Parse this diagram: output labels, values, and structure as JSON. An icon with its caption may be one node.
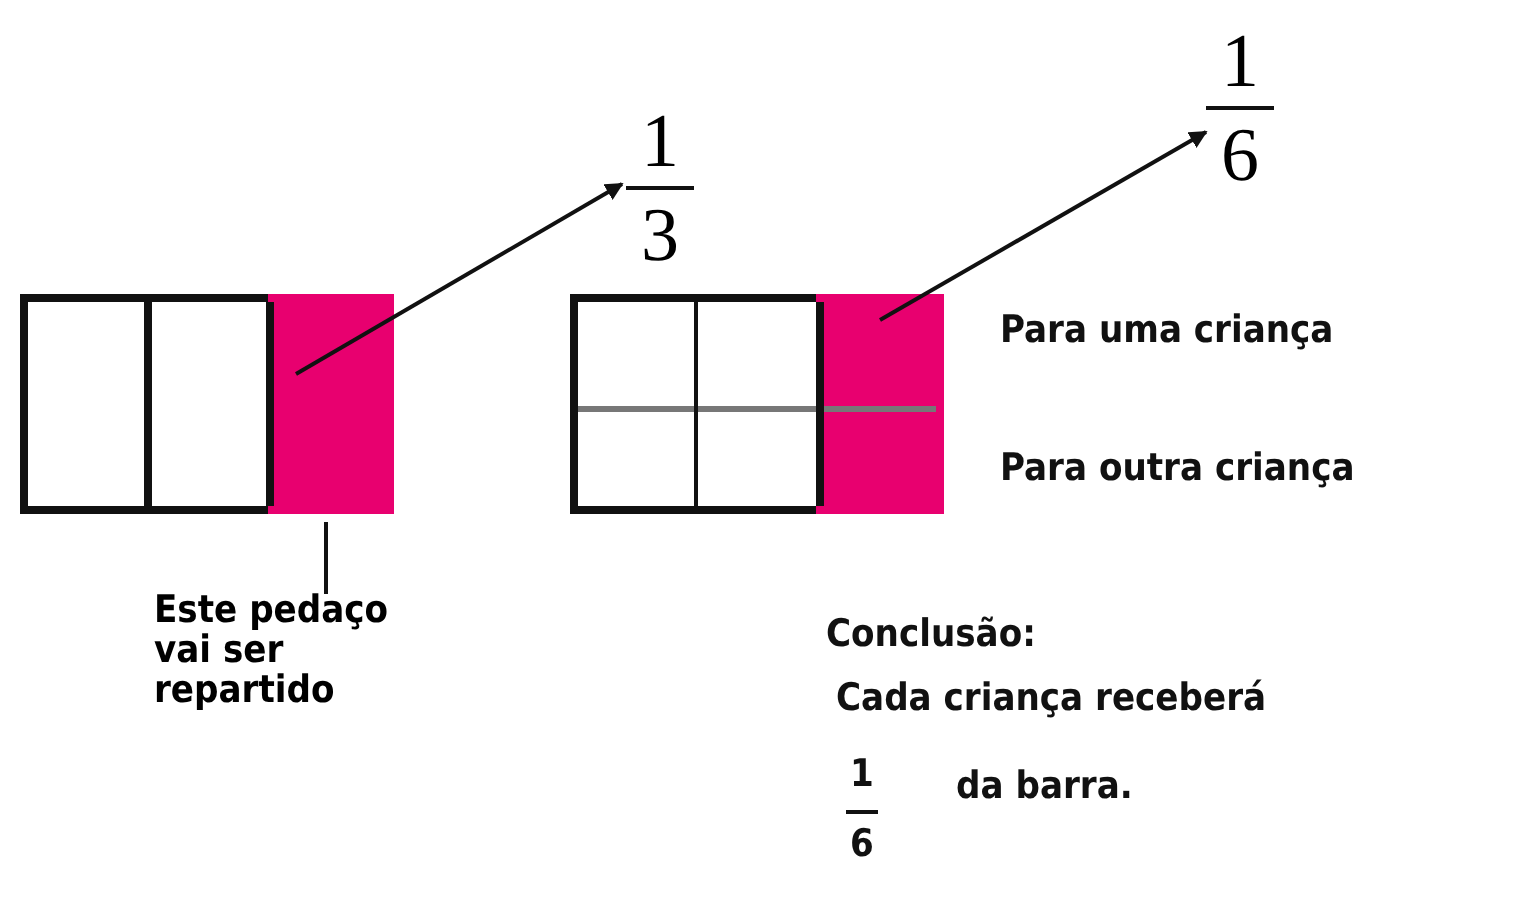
{
  "diagram": {
    "nodes": [
      {
        "text": [],
        "shape": "bar"
      },
      {
        "text": [],
        "shape": "box",
        "in": 0
      },
      {
        "text": [],
        "shape": "bar"
      },
      {
        "text": [],
        "shape": "box",
        "in": 2
      },
      {
        "text": [],
        "shape": "box",
        "in": 2
      },
      {
        "text": [
          "1",
          "3"
        ]
      },
      {
        "text": [
          "1",
          "6"
        ]
      },
      {
        "text": [
          "Este pedaço vai ser repartido"
        ]
      }
    ],
    "edges": [
      {
        "from": 1,
        "to": 5,
        "arrow": "to"
      },
      {
        "from": 3,
        "to": 6,
        "arrow": "to"
      },
      {
        "from": 7,
        "to": 1,
        "arrow": "none"
      }
    ],
    "labels": [
      "Para uma criança",
      "Para outra criança",
      "Conclusão:",
      "Cada criança receberá",
      "1",
      "6",
      "da barra."
    ]
  }
}
